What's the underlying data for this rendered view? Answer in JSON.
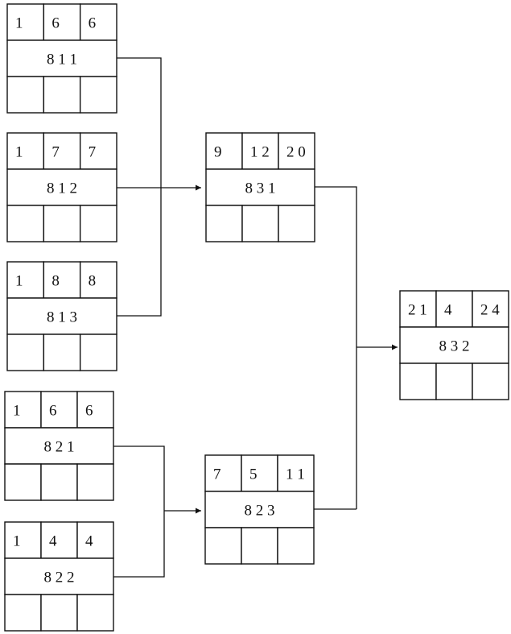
{
  "nodes": [
    {
      "id": "811",
      "top": [
        "1",
        "6",
        "6"
      ],
      "label": "8 1 1",
      "bottom": [
        "",
        "",
        ""
      ]
    },
    {
      "id": "812",
      "top": [
        "1",
        "7",
        "7"
      ],
      "label": "8 1 2",
      "bottom": [
        "",
        "",
        ""
      ]
    },
    {
      "id": "813",
      "top": [
        "1",
        "8",
        "8"
      ],
      "label": "8 1 3",
      "bottom": [
        "",
        "",
        ""
      ]
    },
    {
      "id": "821",
      "top": [
        "1",
        "6",
        "6"
      ],
      "label": "8 2 1",
      "bottom": [
        "",
        "",
        ""
      ]
    },
    {
      "id": "822",
      "top": [
        "1",
        "4",
        "4"
      ],
      "label": "8 2 2",
      "bottom": [
        "",
        "",
        ""
      ]
    },
    {
      "id": "831",
      "top": [
        "9",
        "1 2",
        "2 0"
      ],
      "label": "8 3 1",
      "bottom": [
        "",
        "",
        ""
      ]
    },
    {
      "id": "823",
      "top": [
        "7",
        "5",
        "1 1"
      ],
      "label": "8 2 3",
      "bottom": [
        "",
        "",
        ""
      ]
    },
    {
      "id": "832",
      "top": [
        "2 1",
        "4",
        "2 4"
      ],
      "label": "8 3 2",
      "bottom": [
        "",
        "",
        ""
      ]
    }
  ],
  "connections": [
    {
      "from": [
        "811",
        "812",
        "813"
      ],
      "to": "831"
    },
    {
      "from": [
        "821",
        "822"
      ],
      "to": "823"
    },
    {
      "from": [
        "831",
        "823"
      ],
      "to": "832"
    }
  ]
}
